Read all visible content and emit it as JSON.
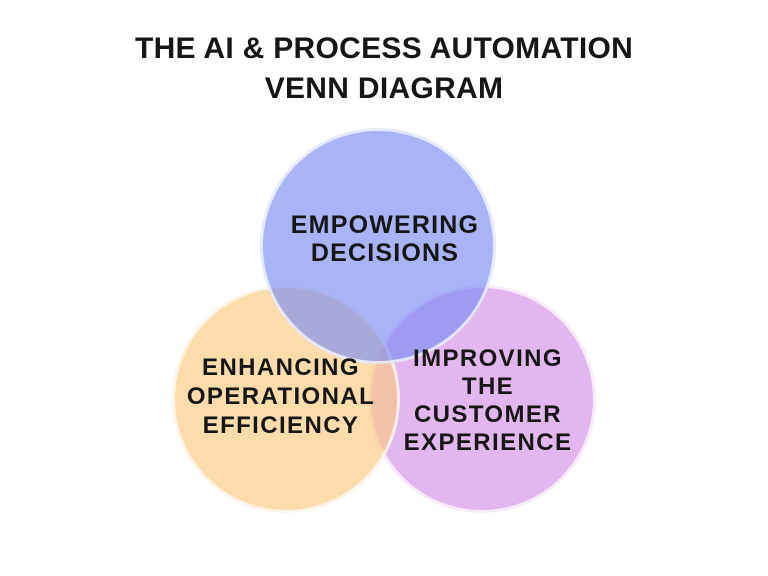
{
  "page": {
    "title": "THE AI & PROCESS AUTOMATION\nVENN DIAGRAM",
    "background_color": "#ffffff",
    "text_color": "#161616"
  },
  "venn": {
    "circles": [
      {
        "id": "empowering-decisions",
        "label": "EMPOWERING\nDECISIONS",
        "fill": "#7b8cf2a6",
        "displayed_color": "#a9b4f7",
        "stroke": "#ffffffb8"
      },
      {
        "id": "enhancing-operational-efficiency",
        "label": "ENHANCING\nOPERATIONAL\nEFFICIENCY",
        "fill": "#fac97ea6",
        "displayed_color": "#fcdcab",
        "stroke": "#ffffffb8"
      },
      {
        "id": "improving-the-customer-experience",
        "label": "IMPROVING\nTHE\nCUSTOMER\nEXPERIENCE",
        "fill": "#d290e6a6",
        "displayed_color": "#e2b7ef",
        "stroke": "#ffffffb8"
      }
    ]
  }
}
